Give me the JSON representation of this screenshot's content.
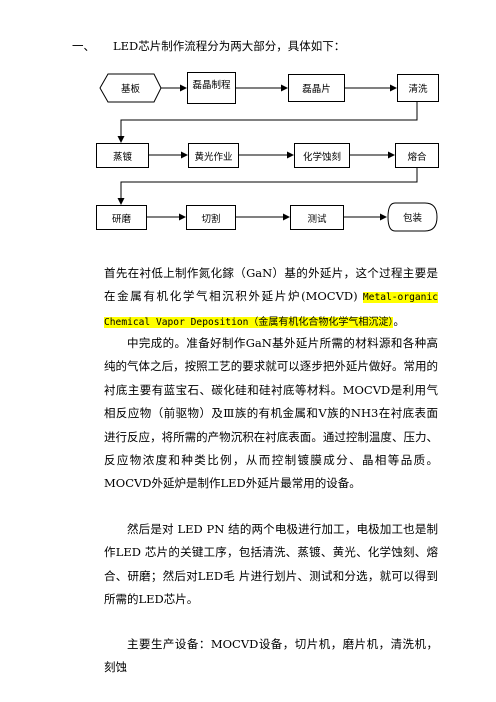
{
  "heading": {
    "number": "一、",
    "text": "LED芯片制作流程分为两大部分，具体如下："
  },
  "flow": {
    "row1": [
      "基板",
      "磊晶制程",
      "磊晶片",
      "清洗"
    ],
    "row2": [
      "蒸镀",
      "黄光作业",
      "化学蚀刻",
      "熔合"
    ],
    "row3": [
      "研磨",
      "切割",
      "测试",
      "包装"
    ]
  },
  "paragraphs": {
    "p1_a": "首先在衬低上制作氮化鎵（GaN）基的外延片，这个过程主要是在金属有机化学气相沉积外延片炉(MOCVD) ",
    "p1_hl": "Metal-organic Chemical Vapor Deposition",
    "p1_hl2": "（金属有机化合物化学气相沉淀）",
    "p1_end": "。",
    "p2": "中完成的。准备好制作GaN基外延片所需的材料源和各种高纯的气体之后，按照工艺的要求就可以逐步把外延片做好。常用的衬底主要有蓝宝石、碳化硅和硅衬底等材料。MOCVD是利用气相反应物（前驱物）及Ⅲ族的有机金属和Ⅴ族的NH3在衬底表面进行反应，将所需的产物沉积在衬底表面。通过控制温度、压力、反应物浓度和种类比例，从而控制镀膜成分、晶相等品质。MOCVD外延炉是制作LED外延片最常用的设备。",
    "p3": "然后是对 LED PN 结的两个电极进行加工，电极加工也是制作LED 芯片的关键工序，包括清洗、蒸镀、黄光、化学蚀刻、熔合、研磨；然后对LED毛 片进行划片、测试和分选，就可以得到所需的LED芯片。",
    "p4": "主要生产设备：MOCVD设备，切片机，磨片机，清洗机，刻蚀"
  }
}
